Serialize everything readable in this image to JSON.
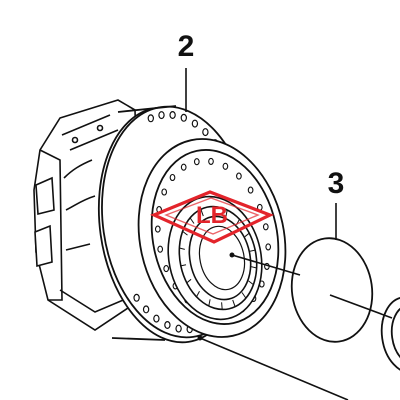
{
  "callouts": [
    {
      "label": "2"
    },
    {
      "label": "3"
    }
  ],
  "watermark": {
    "text": "LB",
    "color": "#e3242b"
  },
  "colors": {
    "line": "#111111",
    "background": "#ffffff"
  }
}
